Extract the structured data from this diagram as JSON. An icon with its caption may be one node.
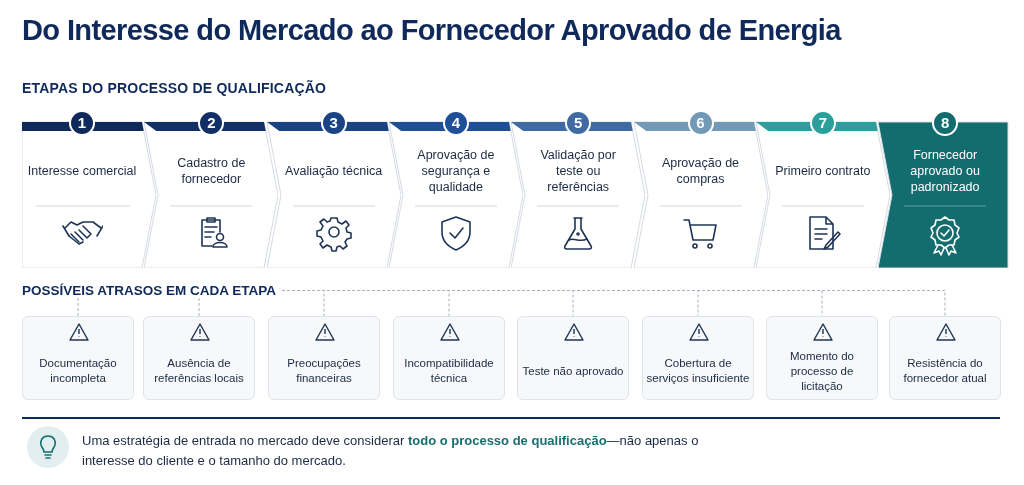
{
  "diagram": {
    "title": "Do Interesse do Mercado ao Fornecedor Aprovado de Energia",
    "nodes": [
      {
        "text": [
          "1",
          "Interesse comercial"
        ]
      },
      {
        "text": [
          "2",
          "Cadastro de fornecedor"
        ]
      },
      {
        "text": [
          "3",
          "Avaliação técnica"
        ]
      },
      {
        "text": [
          "4",
          "Aprovação de segurança e qualidade"
        ]
      },
      {
        "text": [
          "5",
          "Validação por teste ou referências"
        ]
      },
      {
        "text": [
          "6",
          "Aprovação de compras"
        ]
      },
      {
        "text": [
          "7",
          "Primeiro contrato"
        ]
      },
      {
        "text": [
          "8",
          "Fornecedor aprovado ou padronizado"
        ]
      },
      {
        "text": [
          "POSSÍVEIS ATRASOS EM CADA ETAPA"
        ]
      },
      {
        "text": [
          "Documentação incompleta"
        ]
      },
      {
        "text": [
          "Ausência de referências locais"
        ]
      },
      {
        "text": [
          "Preocupações financeiras"
        ]
      },
      {
        "text": [
          "Incompatibilidade técnica"
        ]
      },
      {
        "text": [
          "Teste não aprovado"
        ]
      },
      {
        "text": [
          "Cobertura de serviços insuficiente"
        ]
      },
      {
        "text": [
          "Momento do processo de licitação"
        ]
      },
      {
        "text": [
          "Resistência do fornecedor atual"
        ]
      }
    ],
    "edges": [
      {
        "from": 8,
        "to": 9,
        "arrow": "none",
        "style": "dashed"
      },
      {
        "from": 8,
        "to": 10,
        "arrow": "none",
        "style": "dashed"
      },
      {
        "from": 8,
        "to": 11,
        "arrow": "none",
        "style": "dashed"
      },
      {
        "from": 8,
        "to": 12,
        "arrow": "none",
        "style": "dashed"
      },
      {
        "from": 8,
        "to": 13,
        "arrow": "none",
        "style": "dashed"
      },
      {
        "from": 8,
        "to": 14,
        "arrow": "none",
        "style": "dashed"
      },
      {
        "from": 8,
        "to": 15,
        "arrow": "none",
        "style": "dashed"
      },
      {
        "from": 8,
        "to": 16,
        "arrow": "none",
        "style": "dashed"
      }
    ],
    "labels": [
      "ETAPAS DO PROCESSO DE QUALIFICAÇÃO",
      "Uma estratégia de entrada no mercado deve considerar **todo o processo de qualificação**—não apenas o interesse do cliente e o tamanho do mercado."
    ]
  }
}
